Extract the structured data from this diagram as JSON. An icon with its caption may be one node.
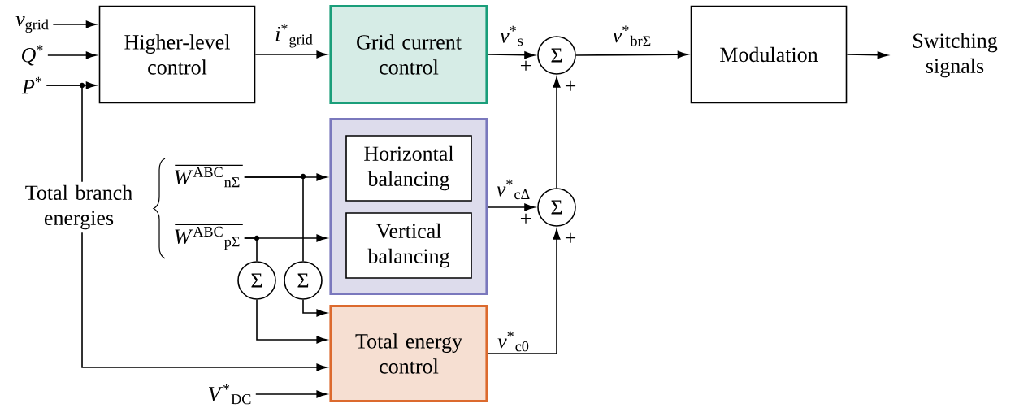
{
  "diagram": {
    "nodes": [
      {
        "text": [
          "*v*$_{grid}$"
        ]
      },
      {
        "text": [
          "*Q*$^{*}$"
        ]
      },
      {
        "text": [
          "*P*$^{*}$"
        ]
      },
      {
        "text": [
          "Higher-level control"
        ]
      },
      {
        "text": [
          "Grid current control"
        ]
      },
      {
        "text": [
          "Σ"
        ]
      },
      {
        "text": [
          "Modulation"
        ]
      },
      {
        "text": [
          "Switching signals"
        ]
      },
      {
        "text": [],
        "shape": "box"
      },
      {
        "text": [
          "Horizontal balancing"
        ],
        "in": 8
      },
      {
        "text": [
          "Vertical balancing"
        ],
        "in": 8
      },
      {
        "text": [
          "Σ"
        ]
      },
      {
        "text": [
          "*W*$^{ABC}$$_{nΣ}$"
        ]
      },
      {
        "text": [
          "*W*$^{ABC}$$_{pΣ}$"
        ]
      },
      {
        "text": [
          "Σ"
        ]
      },
      {
        "text": [
          "Σ"
        ]
      },
      {
        "text": [
          "Total energy control"
        ]
      },
      {
        "text": [
          "*V*$^{*}$$_{DC}$"
        ]
      }
    ],
    "edges": [
      {
        "from": 0,
        "to": 3,
        "arrow": "to"
      },
      {
        "from": 1,
        "to": 3,
        "arrow": "to"
      },
      {
        "from": 2,
        "to": 3,
        "arrow": "to"
      },
      {
        "from": 3,
        "to": 4,
        "arrow": "to",
        "label": "*i*$^{*}$$_{grid}$"
      },
      {
        "from": 4,
        "to": 5,
        "arrow": "to",
        "label": "*v*$^{*}$$_{s}$"
      },
      {
        "from": 5,
        "to": 6,
        "arrow": "to",
        "label": "*v*$^{*}$$_{brΣ}$"
      },
      {
        "from": 6,
        "to": 7,
        "arrow": "to"
      },
      {
        "from": 12,
        "to": 8,
        "arrow": "to"
      },
      {
        "from": 13,
        "to": 8,
        "arrow": "to"
      },
      {
        "from": 13,
        "to": 14,
        "arrow": "none"
      },
      {
        "from": 12,
        "to": 15,
        "arrow": "none"
      },
      {
        "from": 15,
        "to": 16,
        "arrow": "to"
      },
      {
        "from": 14,
        "to": 16,
        "arrow": "to"
      },
      {
        "from": 2,
        "to": 16,
        "arrow": "to"
      },
      {
        "from": 17,
        "to": 16,
        "arrow": "to"
      },
      {
        "from": 8,
        "to": 11,
        "arrow": "to",
        "label": "*v*$^{*}$$_{cΔ}$"
      },
      {
        "from": 16,
        "to": 11,
        "arrow": "to",
        "label": "*v*$^{*}$$_{c0}$"
      },
      {
        "from": 11,
        "to": 5,
        "arrow": "to"
      }
    ],
    "labels": [
      "+",
      "+",
      "+",
      "+",
      "Total branch energies"
    ]
  }
}
